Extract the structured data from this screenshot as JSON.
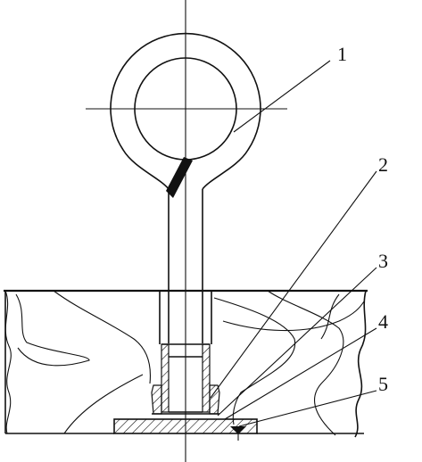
{
  "diagram": {
    "callouts": [
      {
        "id": "1",
        "label": "1"
      },
      {
        "id": "2",
        "label": "2"
      },
      {
        "id": "3",
        "label": "3"
      },
      {
        "id": "4",
        "label": "4"
      },
      {
        "id": "5",
        "label": "5"
      }
    ],
    "colors": {
      "line": "#111111",
      "background": "#ffffff"
    }
  }
}
